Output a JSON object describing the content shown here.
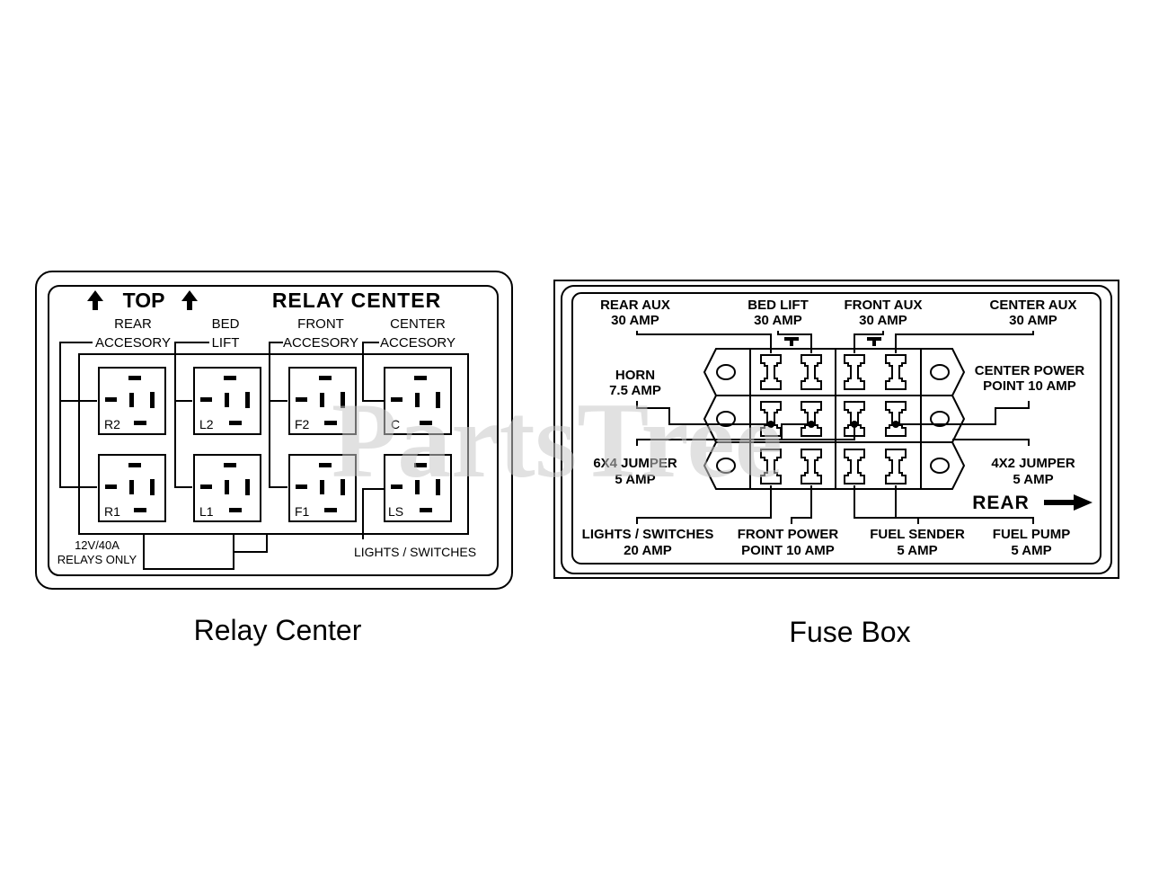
{
  "captions": {
    "relay_center": "Relay Center",
    "fuse_box": "Fuse Box"
  },
  "watermark": "PartsTree",
  "relay_panel": {
    "top_label": "TOP",
    "title": "RELAY CENTER",
    "groups": [
      {
        "line1": "REAR",
        "line2": "ACCESORY"
      },
      {
        "line1": "BED",
        "line2": "LIFT"
      },
      {
        "line1": "FRONT",
        "line2": "ACCESORY"
      },
      {
        "line1": "CENTER",
        "line2": "ACCESORY"
      }
    ],
    "relays_top": [
      "R2",
      "L2",
      "F2",
      "C"
    ],
    "relays_bottom": [
      "R1",
      "L1",
      "F1",
      "LS"
    ],
    "note_line1": "12V/40A",
    "note_line2": "RELAYS ONLY",
    "lights_label": "LIGHTS / SWITCHES"
  },
  "fuse_panel": {
    "labels": {
      "rear_aux": [
        "REAR AUX",
        "30 AMP"
      ],
      "bed_lift": [
        "BED LIFT",
        "30 AMP"
      ],
      "front_aux": [
        "FRONT AUX",
        "30 AMP"
      ],
      "center_aux": [
        "CENTER AUX",
        "30 AMP"
      ],
      "horn": [
        "HORN",
        "7.5 AMP"
      ],
      "center_power": [
        "CENTER POWER",
        "POINT 10 AMP"
      ],
      "jumper_6x4": [
        "6X4 JUMPER",
        "5 AMP"
      ],
      "jumper_4x2": [
        "4X2 JUMPER",
        "5 AMP"
      ],
      "lights_switches": [
        "LIGHTS / SWITCHES",
        "20 AMP"
      ],
      "front_power": [
        "FRONT POWER",
        "POINT 10 AMP"
      ],
      "fuel_sender": [
        "FUEL SENDER",
        "5 AMP"
      ],
      "fuel_pump": [
        "FUEL PUMP",
        "5 AMP"
      ]
    },
    "rear_label": "REAR"
  }
}
